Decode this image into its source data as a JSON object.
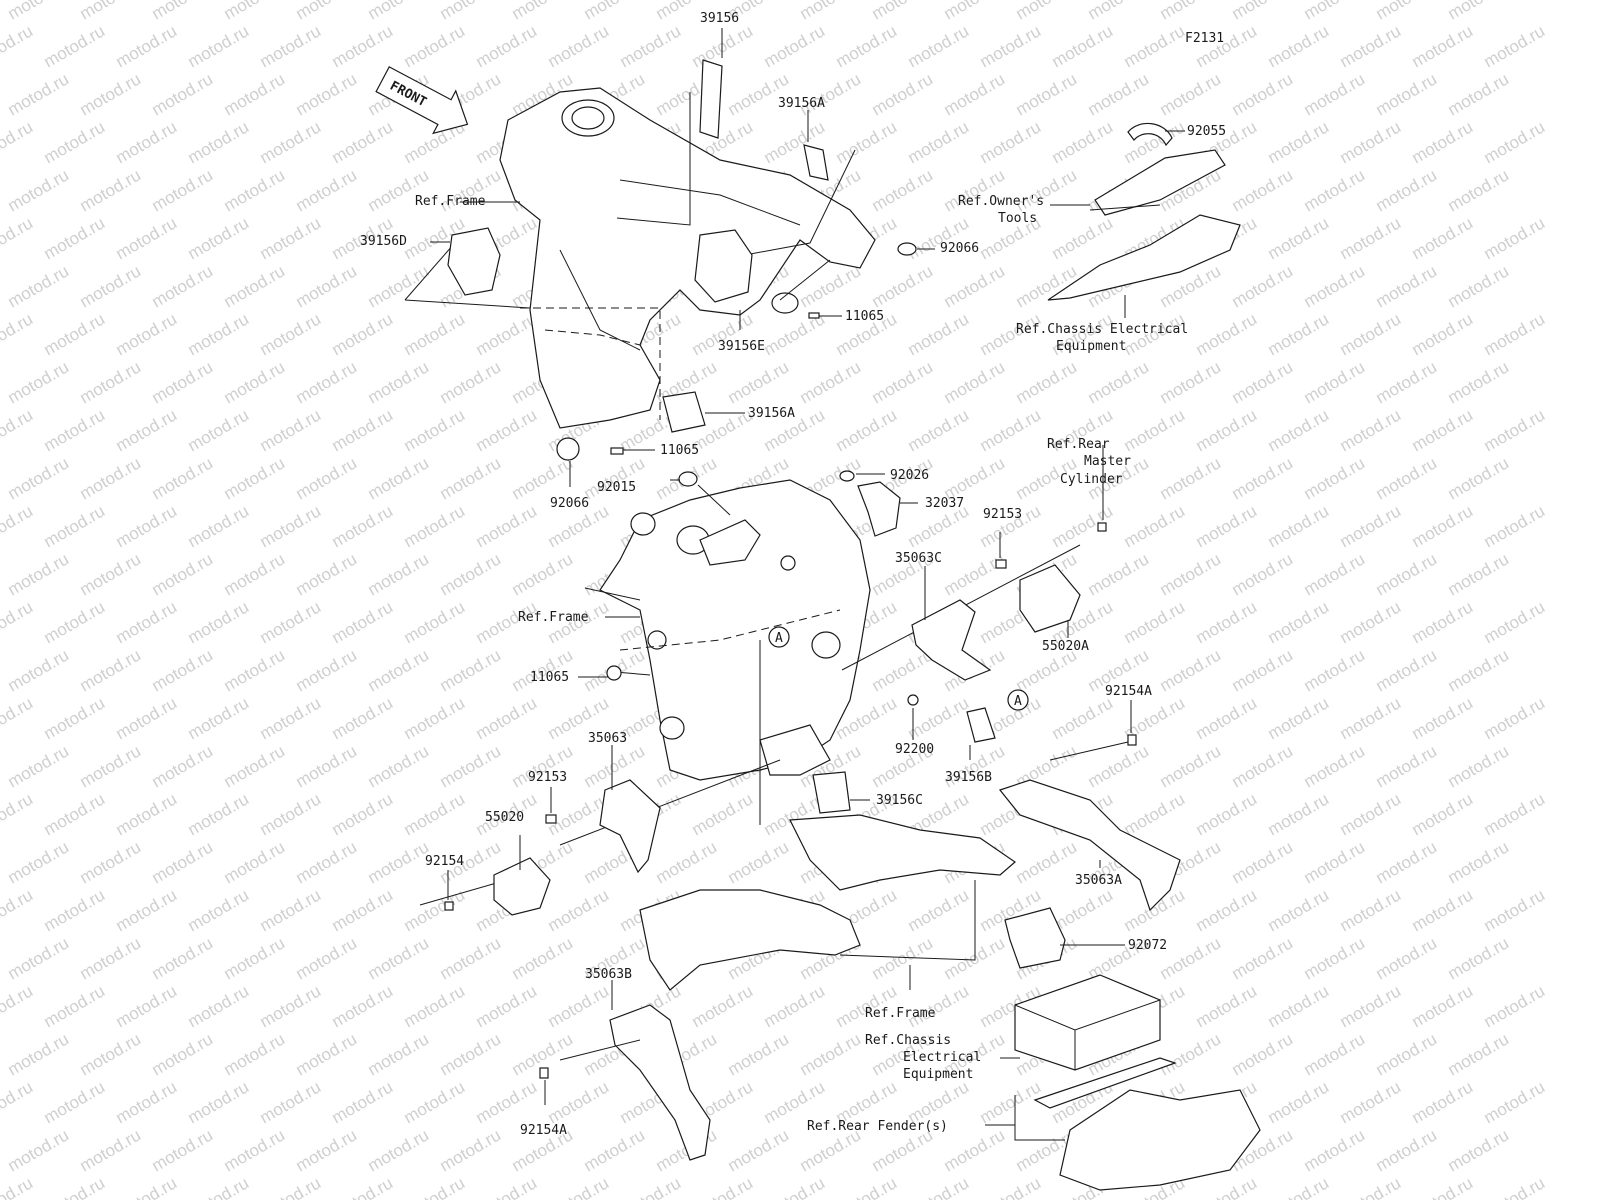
{
  "figure_code": "F2131",
  "front_label": "FRONT",
  "watermark": "motod.ru",
  "callout_a": "A",
  "labels": [
    {
      "id": "39156",
      "text": "39156"
    },
    {
      "id": "39156A_top",
      "text": "39156A"
    },
    {
      "id": "92055",
      "text": "92055"
    },
    {
      "id": "ref_frame_top",
      "text": "Ref.Frame"
    },
    {
      "id": "ref_owners_tools_1",
      "text": "Ref.Owner's"
    },
    {
      "id": "ref_owners_tools_2",
      "text": "Tools"
    },
    {
      "id": "39156D",
      "text": "39156D"
    },
    {
      "id": "92066_right",
      "text": "92066"
    },
    {
      "id": "11065_top",
      "text": "11065"
    },
    {
      "id": "ref_chassis_elec_top_1",
      "text": "Ref.Chassis Electrical"
    },
    {
      "id": "ref_chassis_elec_top_2",
      "text": "Equipment"
    },
    {
      "id": "39156E",
      "text": "39156E"
    },
    {
      "id": "39156A_mid",
      "text": "39156A"
    },
    {
      "id": "11065_mid",
      "text": "11065"
    },
    {
      "id": "ref_rear_master_1",
      "text": "Ref.Rear"
    },
    {
      "id": "ref_rear_master_2",
      "text": "Master"
    },
    {
      "id": "ref_rear_master_3",
      "text": "Cylinder"
    },
    {
      "id": "92015",
      "text": "92015"
    },
    {
      "id": "92026",
      "text": "92026"
    },
    {
      "id": "92066_left",
      "text": "92066"
    },
    {
      "id": "32037",
      "text": "32037"
    },
    {
      "id": "92153_top",
      "text": "92153"
    },
    {
      "id": "35063C",
      "text": "35063C"
    },
    {
      "id": "ref_frame_mid",
      "text": "Ref.Frame"
    },
    {
      "id": "55020A",
      "text": "55020A"
    },
    {
      "id": "11065_low",
      "text": "11065"
    },
    {
      "id": "92154A_top",
      "text": "92154A"
    },
    {
      "id": "92200",
      "text": "92200"
    },
    {
      "id": "39156B",
      "text": "39156B"
    },
    {
      "id": "35063",
      "text": "35063"
    },
    {
      "id": "92153_low",
      "text": "92153"
    },
    {
      "id": "39156C",
      "text": "39156C"
    },
    {
      "id": "55020",
      "text": "55020"
    },
    {
      "id": "92154",
      "text": "92154"
    },
    {
      "id": "35063A",
      "text": "35063A"
    },
    {
      "id": "92072",
      "text": "92072"
    },
    {
      "id": "35063B",
      "text": "35063B"
    },
    {
      "id": "ref_frame_low",
      "text": "Ref.Frame"
    },
    {
      "id": "ref_chassis_elec_low_1",
      "text": "Ref.Chassis"
    },
    {
      "id": "ref_chassis_elec_low_2",
      "text": "Electrical"
    },
    {
      "id": "ref_chassis_elec_low_3",
      "text": "Equipment"
    },
    {
      "id": "ref_rear_fender",
      "text": "Ref.Rear Fender(s)"
    },
    {
      "id": "92154A_low",
      "text": "92154A"
    }
  ]
}
